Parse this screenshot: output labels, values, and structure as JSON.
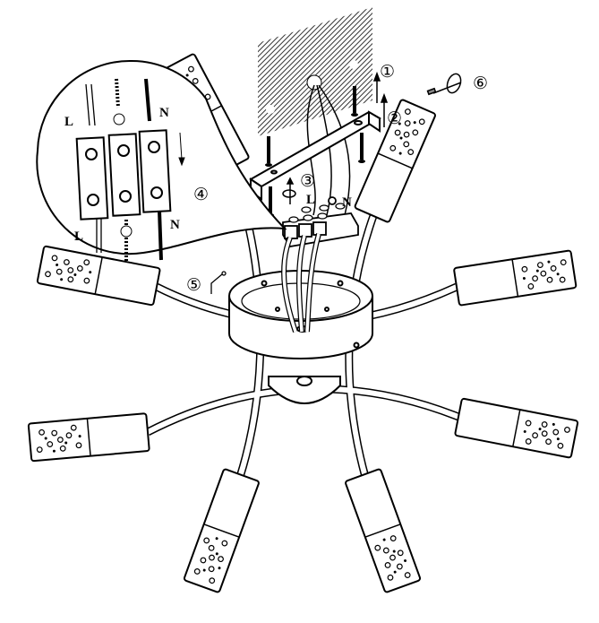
{
  "steps": {
    "s1": "①",
    "s2": "②",
    "s3": "③",
    "s4": "④",
    "s5": "⑤",
    "s6": "⑥"
  },
  "wires": {
    "live": "L",
    "neutral": "N"
  },
  "colors": {
    "line": "#000000",
    "background": "#ffffff"
  }
}
